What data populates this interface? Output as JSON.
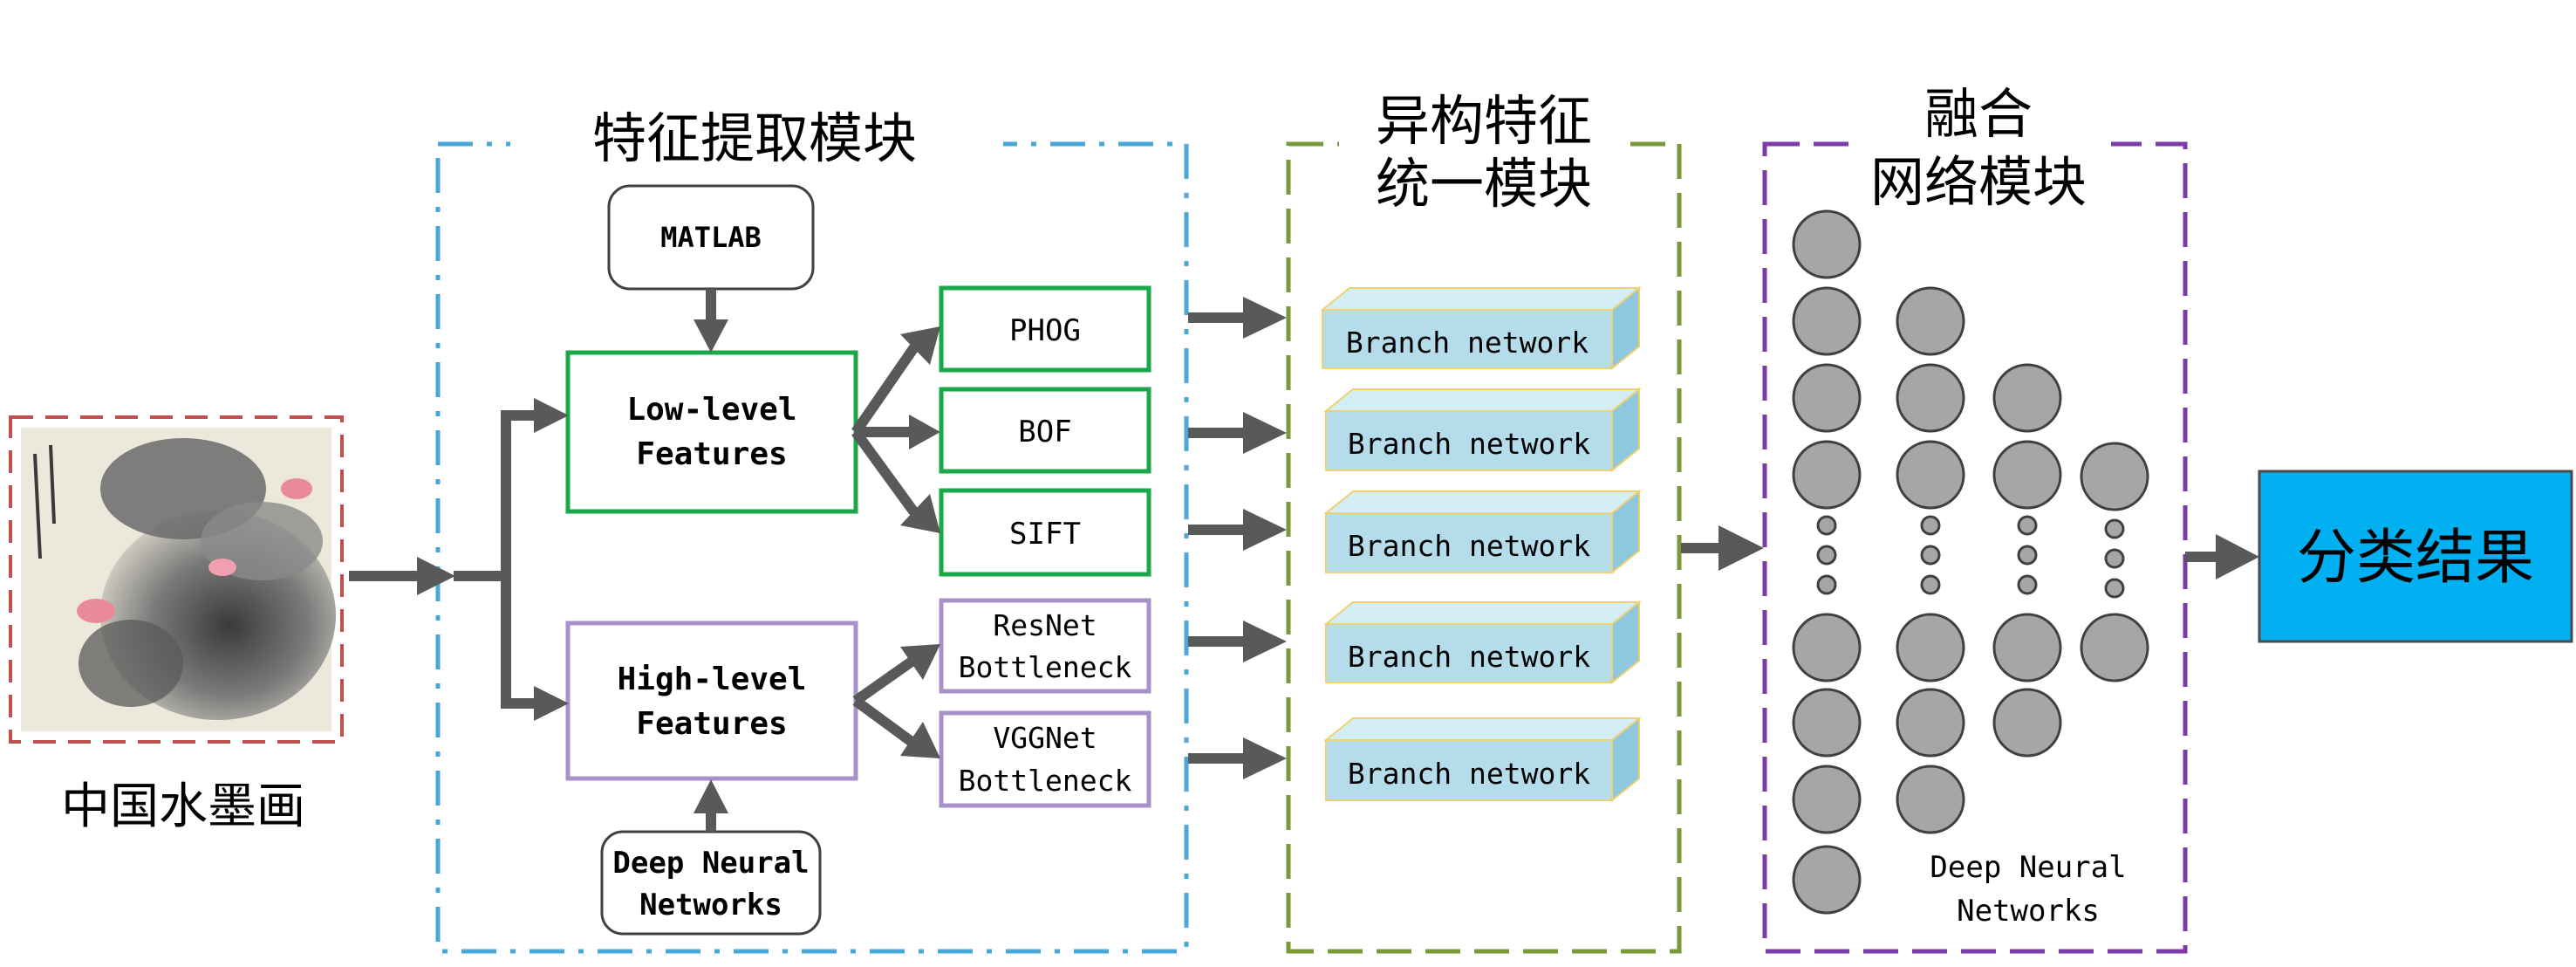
{
  "painting": {
    "caption": "中国水墨画"
  },
  "modules": {
    "feature_extraction": {
      "title": "特征提取模块"
    },
    "heterogeneous": {
      "title_line1": "异构特征",
      "title_line2": "统一模块"
    },
    "fusion": {
      "title_line1": "融合",
      "title_line2": "网络模块"
    }
  },
  "nodes": {
    "matlab": "MATLAB",
    "low_level_line1": "Low-level",
    "low_level_line2": "Features",
    "high_level_line1": "High-level",
    "high_level_line2": "Features",
    "dnn_line1": "Deep Neural",
    "dnn_line2": "Networks",
    "phog": "PHOG",
    "bof": "BOF",
    "sift": "SIFT",
    "resnet_line1": "ResNet",
    "resnet_line2": "Bottleneck",
    "vggnet_line1": "VGGNet",
    "vggnet_line2": "Bottleneck"
  },
  "branches": [
    "Branch network",
    "Branch network",
    "Branch network",
    "Branch network",
    "Branch network"
  ],
  "fusion_network": {
    "label_line1": "Deep Neural",
    "label_line2": "Networks",
    "columns": [
      {
        "top_nodes": 4,
        "bottom_nodes": 4
      },
      {
        "top_nodes": 3,
        "bottom_nodes": 3
      },
      {
        "top_nodes": 2,
        "bottom_nodes": 2
      },
      {
        "top_nodes": 1,
        "bottom_nodes": 1
      }
    ]
  },
  "result": {
    "label": "分类结果"
  },
  "colors": {
    "feature_module_border": "#4aa8d8",
    "heterogeneous_module_border": "#7a9a3a",
    "fusion_module_border": "#7a3aa8",
    "painting_border": "#c0504d",
    "low_level_border": "#1aa84a",
    "high_level_border": "#a890c8",
    "branch_front": "#b4dcea",
    "branch_top": "#d4eef6",
    "branch_side": "#8ec8de",
    "branch_edge": "#f0d070",
    "neuron_fill": "#a6a6a6",
    "arrow": "#595959",
    "result_fill": "#00b0f0"
  }
}
